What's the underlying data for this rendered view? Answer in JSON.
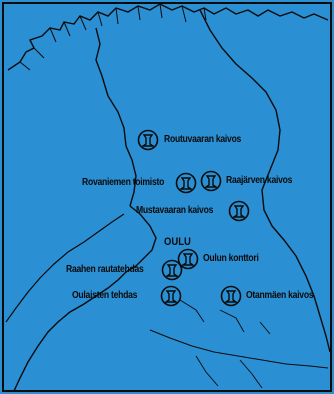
{
  "map": {
    "city_label": "OULU",
    "locations": [
      {
        "id": "routuvaara",
        "label": "Routuvaaran kaivos"
      },
      {
        "id": "rovaniemi",
        "label": "Rovaniemen toimisto"
      },
      {
        "id": "raajarvi",
        "label": "Raajärven kaivos"
      },
      {
        "id": "mustavaara",
        "label": "Mustavaaran kaivos"
      },
      {
        "id": "oulu-office",
        "label": "Oulun konttori"
      },
      {
        "id": "raahe",
        "label": "Raahen rautatehdas"
      },
      {
        "id": "oulainen",
        "label": "Oulaisten tehdas"
      },
      {
        "id": "otanmaki",
        "label": "Otanmäen kaivos"
      }
    ],
    "colors": {
      "sea": "#1f86c9",
      "land": "#2a8fd3",
      "ink": "#0b0b0b"
    },
    "marker_icon": "mine-symbol-icon"
  }
}
